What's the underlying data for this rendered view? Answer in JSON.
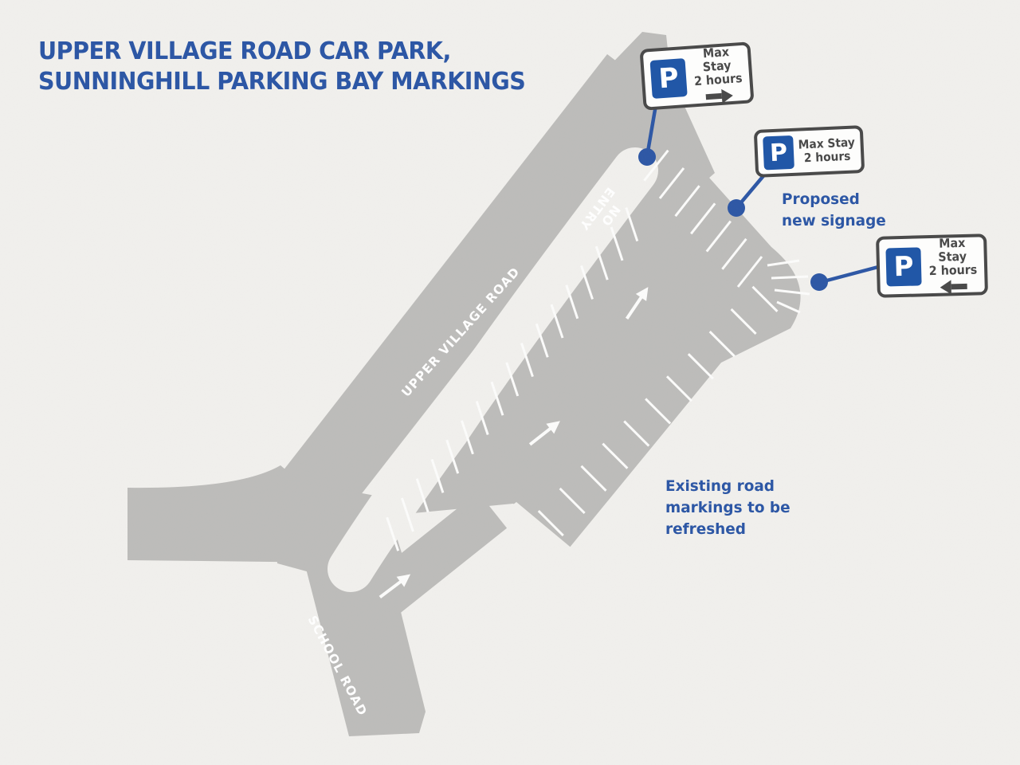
{
  "title": {
    "lines": [
      "UPPER VILLAGE ROAD CAR PARK,",
      "SUNNINGHILL PARKING BAY MARKINGS"
    ]
  },
  "colors": {
    "brand_blue": "#2d57a5",
    "road_gray": "#bdbcba",
    "marking_white": "#ffffff",
    "sign_dark": "#4a4a4a",
    "sign_p_blue": "#2157a7",
    "background": "#f1f0ed"
  },
  "roads": {
    "upper_village_road": "UPPER VILLAGE ROAD",
    "school_road": "SCHOOL ROAD",
    "no_entry": {
      "line1": "NO",
      "line2": "ENTRY"
    }
  },
  "signs": [
    {
      "p": "P",
      "line1": "Max Stay",
      "line2": "2 hours",
      "arrow": "right"
    },
    {
      "p": "P",
      "line1": "Max Stay",
      "line2": "2 hours",
      "arrow": "none"
    },
    {
      "p": "P",
      "line1": "Max Stay",
      "line2": "2 hours",
      "arrow": "left"
    }
  ],
  "annotations": {
    "proposed": {
      "lines": [
        "Proposed",
        "new signage"
      ]
    },
    "existing": {
      "lines": [
        "Existing road",
        "markings to be",
        "refreshed"
      ]
    }
  }
}
